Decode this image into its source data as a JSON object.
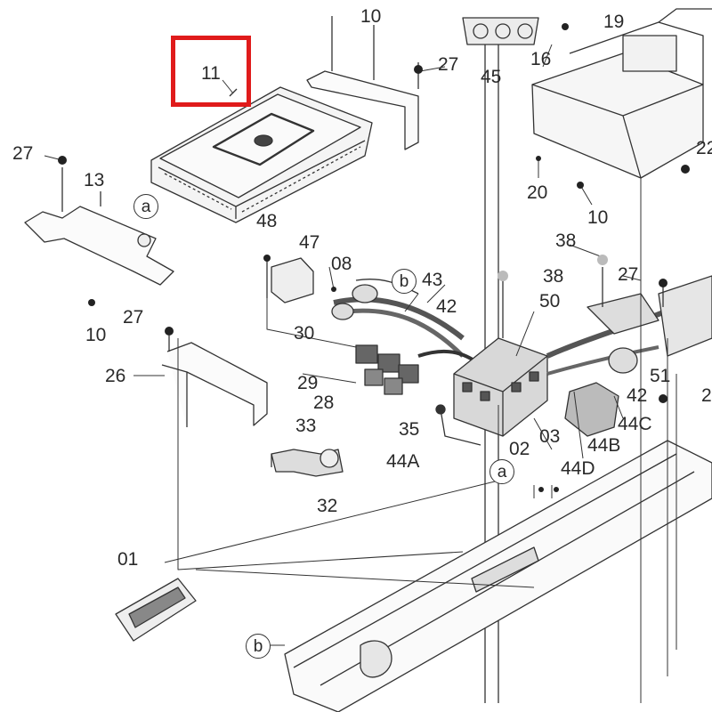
{
  "highlight": {
    "part": "11",
    "color": "#e01b1b"
  },
  "callouts": {
    "c11": "11",
    "c10a": "10",
    "c27a": "27",
    "c45": "45",
    "c19": "19",
    "c16": "16",
    "c22": "22",
    "c27b": "27",
    "c13": "13",
    "ca1": "a",
    "c20": "20",
    "c10b": "10",
    "c48": "48",
    "c47": "47",
    "c08": "08",
    "cb1": "b",
    "c43": "43",
    "c42a": "42",
    "c38a": "38",
    "c38b": "38",
    "c27c": "27",
    "c10c": "10",
    "c27d": "27",
    "c50": "50",
    "c30": "30",
    "c26": "26",
    "c29": "29",
    "c28": "28",
    "c51": "51",
    "c42b": "42",
    "c2x": "2",
    "c35": "35",
    "c44c": "44C",
    "c44b": "44B",
    "c33": "33",
    "c02": "02",
    "c03": "03",
    "c44a": "44A",
    "ca2": "a",
    "c44d": "44D",
    "c32": "32",
    "c01": "01",
    "cb2": "b"
  },
  "colors": {
    "ink": "#2a2a2a",
    "line": "#333333",
    "highlight": "#e01b1b"
  }
}
